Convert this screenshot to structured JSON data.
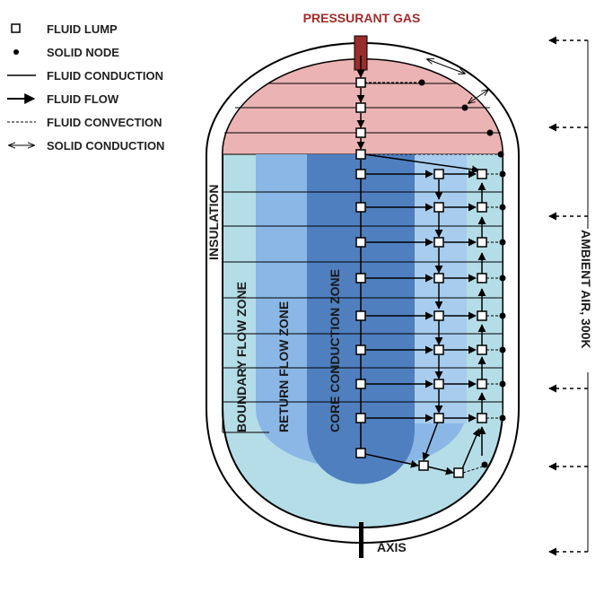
{
  "legend": {
    "fluid_lump": "FLUID LUMP",
    "solid_node": "SOLID NODE",
    "fluid_conduction": "FLUID CONDUCTION",
    "fluid_flow": "FLUID FLOW",
    "fluid_convection": "FLUID CONVECTION",
    "solid_conduction": "SOLID CONDUCTION"
  },
  "labels": {
    "pressurant_gas": "PRESSURANT GAS",
    "insulation": "INSULATION",
    "boundary_flow_zone": "BOUNDARY FLOW ZONE",
    "return_flow_zone": "RETURN FLOW ZONE",
    "core_conduction_zone": "CORE CONDUCTION ZONE",
    "ambient_air": "AMBIENT AIR, 300K",
    "axis": "AXIS"
  },
  "colors": {
    "ullage": "#ebb3b3",
    "boundary_zone": "#b4dde7",
    "return_zone": "#8ab7e6",
    "core_zone": "#4f7fbf",
    "pressurant_inlet": "#9b2c2c",
    "pressurant_text": "#a52a2a"
  }
}
